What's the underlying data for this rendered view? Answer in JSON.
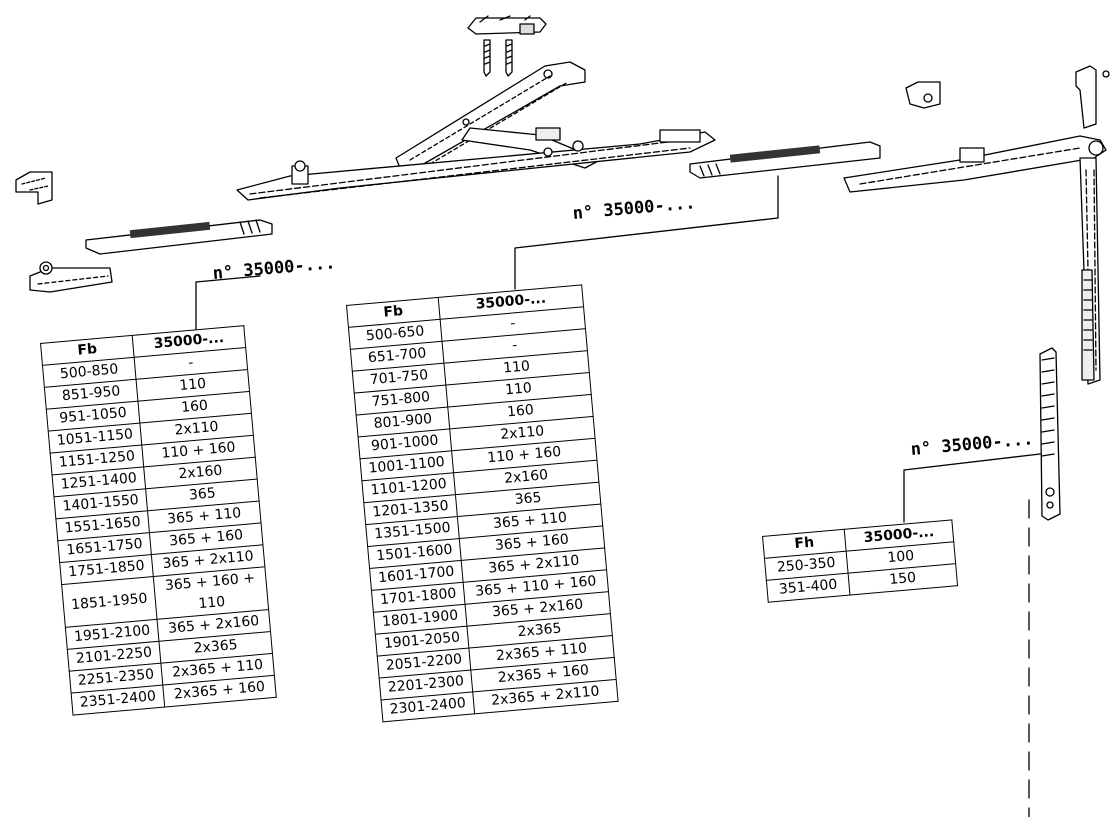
{
  "callouts": {
    "left": "n° 35000-...",
    "middle": "n° 35000-...",
    "right": "n° 35000-..."
  },
  "table_left": {
    "headers": [
      "Fb",
      "35000-..."
    ],
    "rows": [
      [
        "500-850",
        "-"
      ],
      [
        "851-950",
        "110"
      ],
      [
        "951-1050",
        "160"
      ],
      [
        "1051-1150",
        "2x110"
      ],
      [
        "1151-1250",
        "110 + 160"
      ],
      [
        "1251-1400",
        "2x160"
      ],
      [
        "1401-1550",
        "365"
      ],
      [
        "1551-1650",
        "365 + 110"
      ],
      [
        "1651-1750",
        "365 + 160"
      ],
      [
        "1751-1850",
        "365 + 2x110"
      ],
      [
        "1851-1950",
        "365 + 160 + 110"
      ],
      [
        "1951-2100",
        "365 + 2x160"
      ],
      [
        "2101-2250",
        "2x365"
      ],
      [
        "2251-2350",
        "2x365 + 110"
      ],
      [
        "2351-2400",
        "2x365 + 160"
      ]
    ]
  },
  "table_middle": {
    "headers": [
      "Fb",
      "35000-..."
    ],
    "rows": [
      [
        "500-650",
        "-"
      ],
      [
        "651-700",
        "-"
      ],
      [
        "701-750",
        "110"
      ],
      [
        "751-800",
        "110"
      ],
      [
        "801-900",
        "160"
      ],
      [
        "901-1000",
        "2x110"
      ],
      [
        "1001-1100",
        "110 + 160"
      ],
      [
        "1101-1200",
        "2x160"
      ],
      [
        "1201-1350",
        "365"
      ],
      [
        "1351-1500",
        "365 + 110"
      ],
      [
        "1501-1600",
        "365 + 160"
      ],
      [
        "1601-1700",
        "365 + 2x110"
      ],
      [
        "1701-1800",
        "365 + 110 + 160"
      ],
      [
        "1801-1900",
        "365 + 2x160"
      ],
      [
        "1901-2050",
        "2x365"
      ],
      [
        "2051-2200",
        "2x365 + 110"
      ],
      [
        "2201-2300",
        "2x365 + 160"
      ],
      [
        "2301-2400",
        "2x365 + 2x110"
      ]
    ]
  },
  "table_right": {
    "headers": [
      "Fh",
      "35000-..."
    ],
    "rows": [
      [
        "250-350",
        "100"
      ],
      [
        "351-400",
        "150"
      ]
    ]
  }
}
